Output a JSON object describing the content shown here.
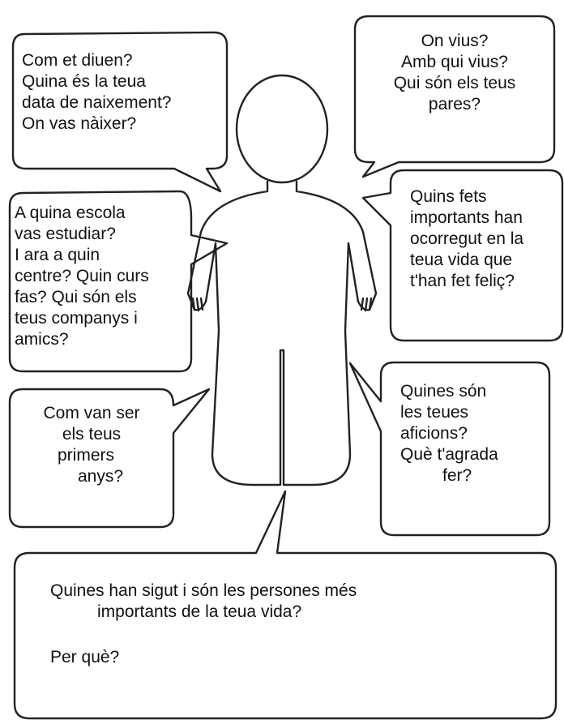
{
  "bubbles": {
    "top_left": [
      "Com et diuen?",
      "Quina és la teua",
      "data de naixement?",
      "On vas nàixer?"
    ],
    "top_right": [
      "On vius?",
      "Amb qui vius?",
      "Qui són els teus",
      "pares?"
    ],
    "mid_left": [
      "A quina escola",
      "vas estudiar?",
      "I ara a quin",
      "centre? Quin curs",
      "fas? Qui són els",
      "teus companys i",
      "amics?"
    ],
    "mid_right": [
      "Quins fets",
      "importants han",
      "ocorregut en la",
      "teua vida que",
      "t'han fet feliç?"
    ],
    "low_left": [
      "Com van ser",
      "els teus",
      "primers",
      "anys?"
    ],
    "low_right": [
      "Quines són",
      "les teues",
      "aficions?",
      "Què t'agrada",
      "fer?"
    ],
    "bottom": {
      "line1": "Quines han sigut i són les persones més",
      "line2": "importants de la teua vida?",
      "line3": "Per què?"
    }
  }
}
